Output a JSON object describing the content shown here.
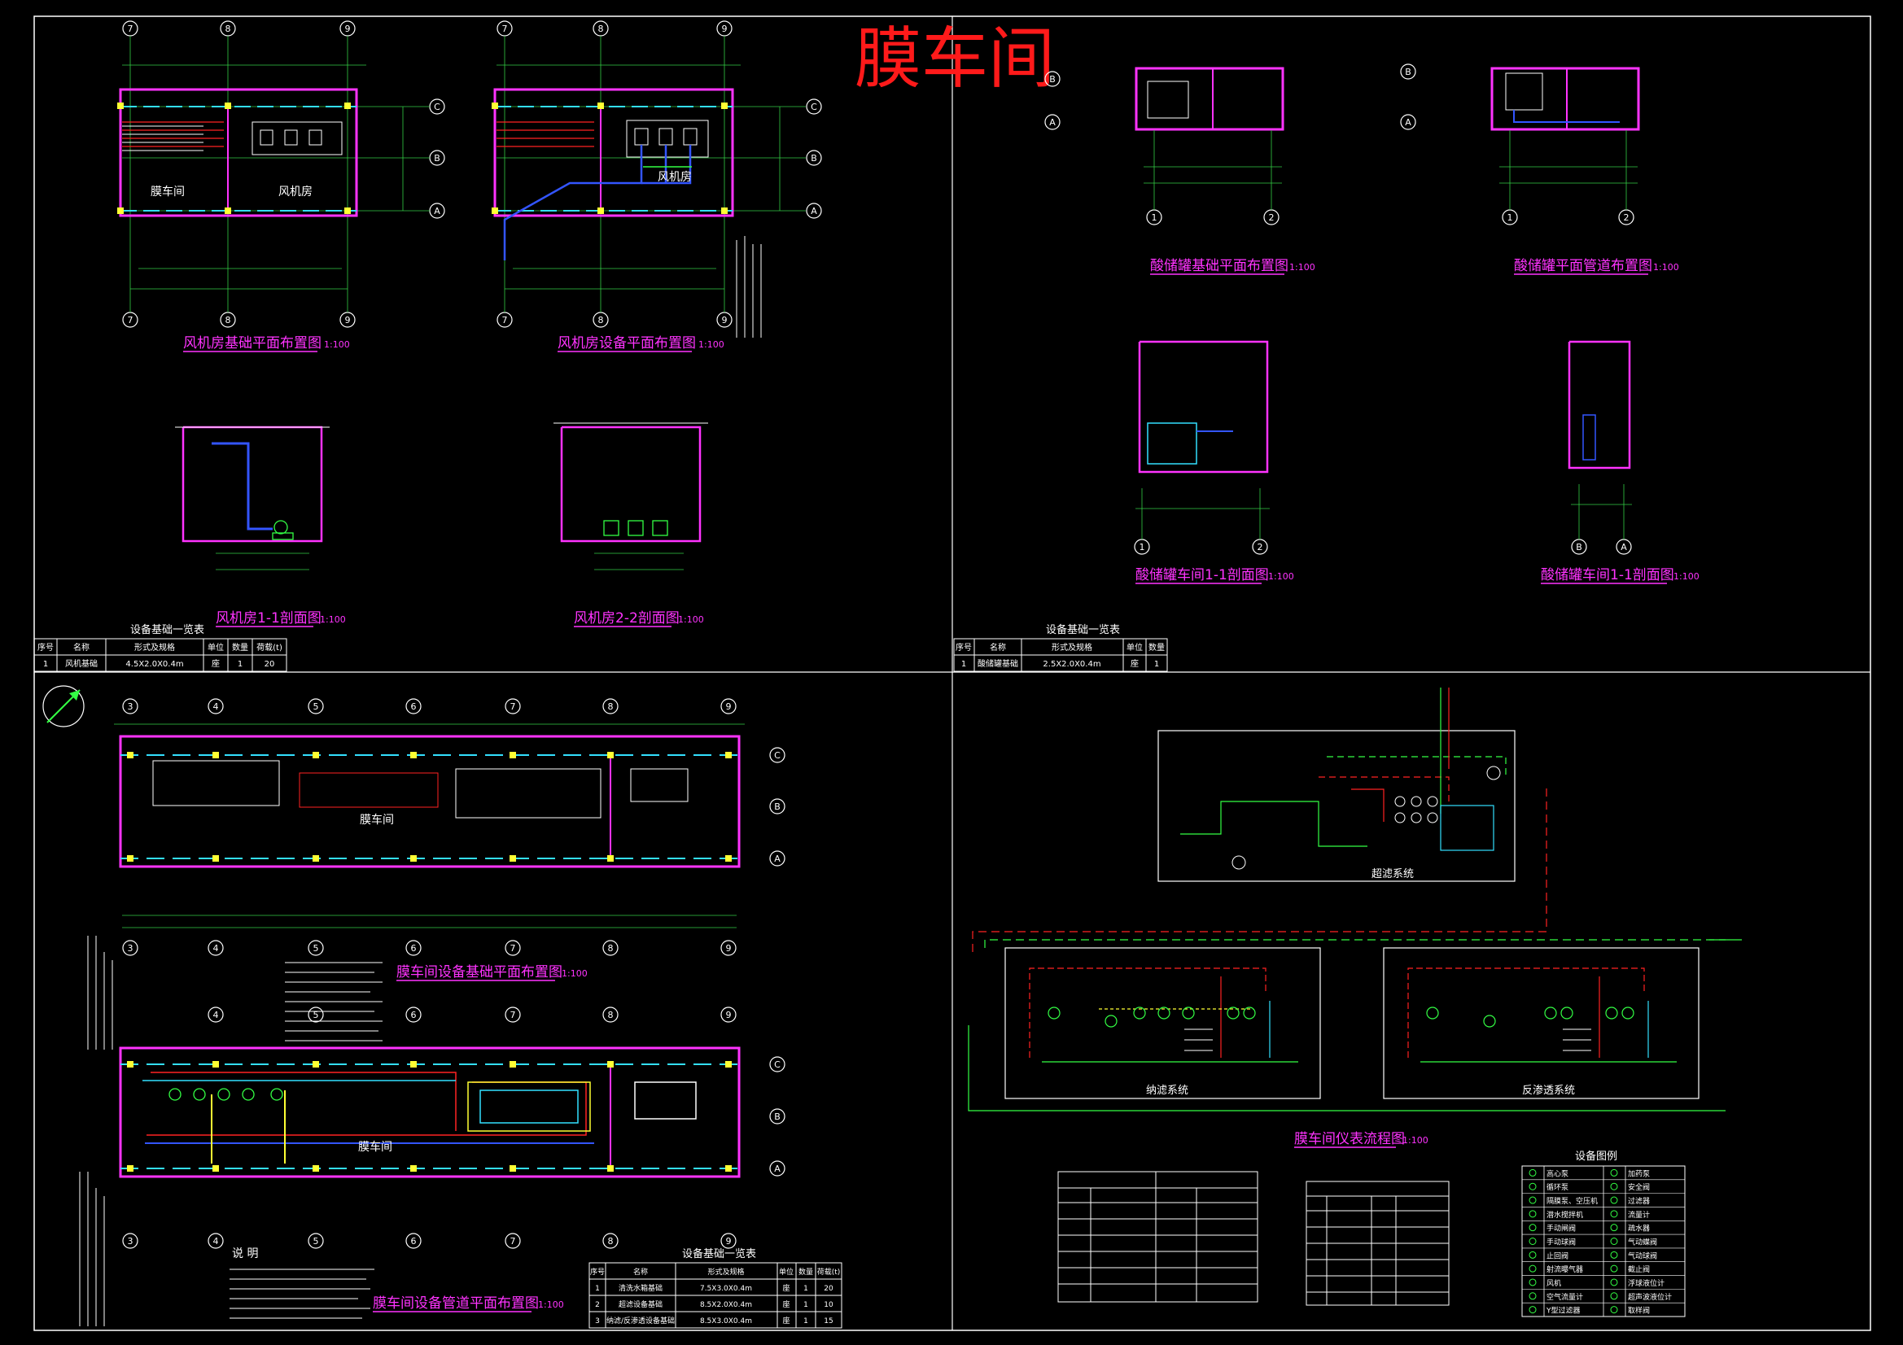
{
  "header": {
    "title": "膜车间"
  },
  "colors": {
    "background": "#000000",
    "frame": "#ffffff",
    "title_red": "#ff1a1a",
    "magenta": "#ff33ff",
    "cyan": "#33e0ff",
    "green": "#33ff44",
    "yellow": "#ffff33",
    "blue": "#3355ff",
    "red_line": "#ff2222",
    "dim_green": "#33cc44"
  },
  "drawings": {
    "fan_foundation": {
      "title": "风机房基础平面布置图",
      "scale": "1:100",
      "room_left": "膜车间",
      "room_right": "风机房",
      "axes": [
        "7",
        "8",
        "9"
      ],
      "rows": [
        "A",
        "B",
        "C"
      ]
    },
    "fan_equipment": {
      "title": "风机房设备平面布置图",
      "scale": "1:100",
      "room": "风机房",
      "axes": [
        "7",
        "8",
        "9"
      ],
      "rows": [
        "A",
        "B",
        "C"
      ]
    },
    "fan_section_1": {
      "title": "风机房1-1剖面图",
      "scale": "1:100"
    },
    "fan_section_2": {
      "title": "风机房2-2剖面图",
      "scale": "1:100"
    },
    "acid_foundation": {
      "title": "酸储罐基础平面布置图",
      "scale": "1:100",
      "axes": [
        "1",
        "2"
      ],
      "rows": [
        "A",
        "B"
      ]
    },
    "acid_pipe": {
      "title": "酸储罐平面管道布置图",
      "scale": "1:100",
      "axes": [
        "1",
        "2"
      ],
      "rows": [
        "A",
        "B"
      ]
    },
    "acid_section_a": {
      "title": "酸储罐车间1-1剖面图",
      "scale": "1:100",
      "axes": [
        "1",
        "2"
      ]
    },
    "acid_section_b": {
      "title": "酸储罐车间1-1剖面图",
      "scale": "1:100",
      "axes": [
        "B",
        "A"
      ]
    },
    "membrane_foundation": {
      "title": "膜车间设备基础平面布置图",
      "scale": "1:100",
      "room": "膜车间",
      "axes": [
        "3",
        "4",
        "5",
        "6",
        "7",
        "8",
        "9"
      ],
      "rows": [
        "A",
        "B",
        "C"
      ]
    },
    "membrane_pipe": {
      "title": "膜车间设备管道平面布置图",
      "scale": "1:100",
      "room": "膜车间",
      "axes": [
        "3",
        "4",
        "5",
        "6",
        "7",
        "8",
        "9"
      ],
      "rows": [
        "A",
        "B",
        "C"
      ]
    },
    "instrument_flow": {
      "title": "膜车间仪表流程图",
      "scale": "1:100",
      "systems": [
        "超滤系统",
        "纳滤系统",
        "反渗透系统"
      ]
    }
  },
  "notes": {
    "title": "说 明"
  },
  "tables": {
    "fan_equipment_table": {
      "title": "设备基础一览表",
      "headers": [
        "序号",
        "名称",
        "形式及规格",
        "单位",
        "数量",
        "荷载(t)"
      ],
      "rows": [
        [
          "1",
          "风机基础",
          "4.5X2.0X0.4m",
          "座",
          "1",
          "20"
        ]
      ]
    },
    "acid_equipment_table": {
      "title": "设备基础一览表",
      "headers": [
        "序号",
        "名称",
        "形式及规格",
        "单位",
        "数量"
      ],
      "rows": [
        [
          "1",
          "酸储罐基础",
          "2.5X2.0X0.4m",
          "座",
          "1"
        ]
      ]
    },
    "membrane_equipment_table": {
      "title": "设备基础一览表",
      "headers": [
        "序号",
        "名称",
        "形式及规格",
        "单位",
        "数量",
        "荷载(t)"
      ],
      "rows": [
        [
          "1",
          "清洗水箱基础",
          "7.5X3.0X0.4m",
          "座",
          "1",
          "20"
        ],
        [
          "2",
          "超滤设备基础",
          "8.5X2.0X0.4m",
          "座",
          "1",
          "10"
        ],
        [
          "3",
          "纳滤/反渗透设备基础",
          "8.5X3.0X0.4m",
          "座",
          "1",
          "15"
        ]
      ]
    },
    "device_legend": {
      "title": "设备图例",
      "rows": [
        [
          "高心泵",
          "加药泵"
        ],
        [
          "循环泵",
          "安全阀"
        ],
        [
          "隔膜泵、空压机",
          "过滤器"
        ],
        [
          "潜水搅拌机",
          "流量计"
        ],
        [
          "手动闸阀",
          "疏水器"
        ],
        [
          "手动球阀",
          "气动蝶阀"
        ],
        [
          "止回阀",
          "气动球阀"
        ],
        [
          "射流曝气器",
          "截止阀"
        ],
        [
          "风机",
          "浮球液位计"
        ],
        [
          "空气流量计",
          "超声波液位计"
        ],
        [
          "Y型过滤器",
          "取样阀"
        ]
      ]
    }
  }
}
